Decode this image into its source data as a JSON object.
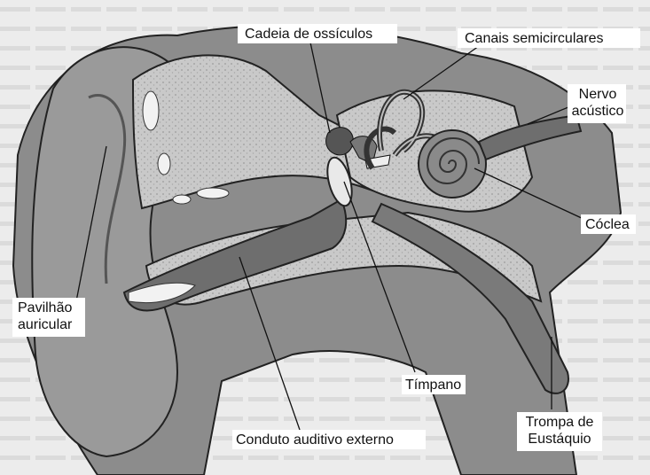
{
  "figure": {
    "labels": {
      "ossicles": "Cadeia de ossículos",
      "semicircular_canals": "Canais semicirculares",
      "acoustic_nerve_line1": "Nervo",
      "acoustic_nerve_line2": "acústico",
      "cochlea": "Cóclea",
      "pinna_line1": "Pavilhão",
      "pinna_line2": "auricular",
      "eardrum": "Tímpano",
      "eustachian_line1": "Trompa de",
      "eustachian_line2": "Eustáquio",
      "ear_canal": "Conduto auditivo externo"
    },
    "colors": {
      "background_text_panel": "#d9d9d9",
      "skin": "#8a8a8a",
      "bone": "#c9c9c9",
      "canal": "#f2f2f2",
      "outline": "#222222"
    }
  }
}
